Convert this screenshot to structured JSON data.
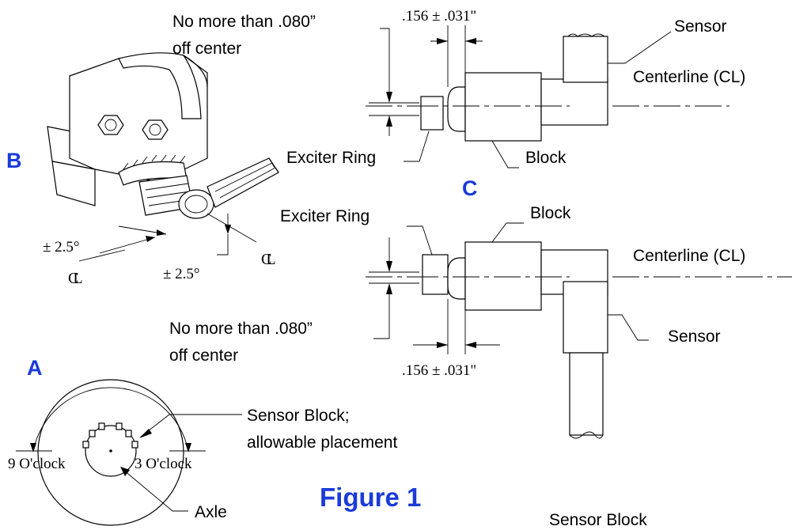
{
  "view_c": {
    "label": "C",
    "top": {
      "offset_note_line1": "No more than .080”",
      "offset_note_line2": "off center",
      "gap_dimension": ".156 ± .031\"",
      "sensor": "Sensor",
      "centerline": "Centerline (CL)",
      "exciter_ring": "Exciter Ring",
      "block": "Block"
    },
    "bottom": {
      "exciter_ring": "Exciter Ring",
      "block": "Block",
      "centerline": "Centerline (CL)",
      "sensor": "Sensor",
      "offset_note_line1": "No more than .080”",
      "offset_note_line2": "off center",
      "gap_dimension": ".156 ± .031\""
    }
  },
  "view_b": {
    "label": "B",
    "angle_left": "± 2.5°",
    "angle_right": "± 2.5°",
    "cl_symbol_left": "CL",
    "cl_symbol_right": "CL"
  },
  "view_a": {
    "label": "A",
    "sensor_block_line1": "Sensor Block;",
    "sensor_block_line2": "allowable placement",
    "nine_oclock": "9 O'clock",
    "three_oclock": "3 O'clock",
    "axle": "Axle"
  },
  "figure_title": "Figure 1",
  "bottom_caption": "Sensor Block"
}
